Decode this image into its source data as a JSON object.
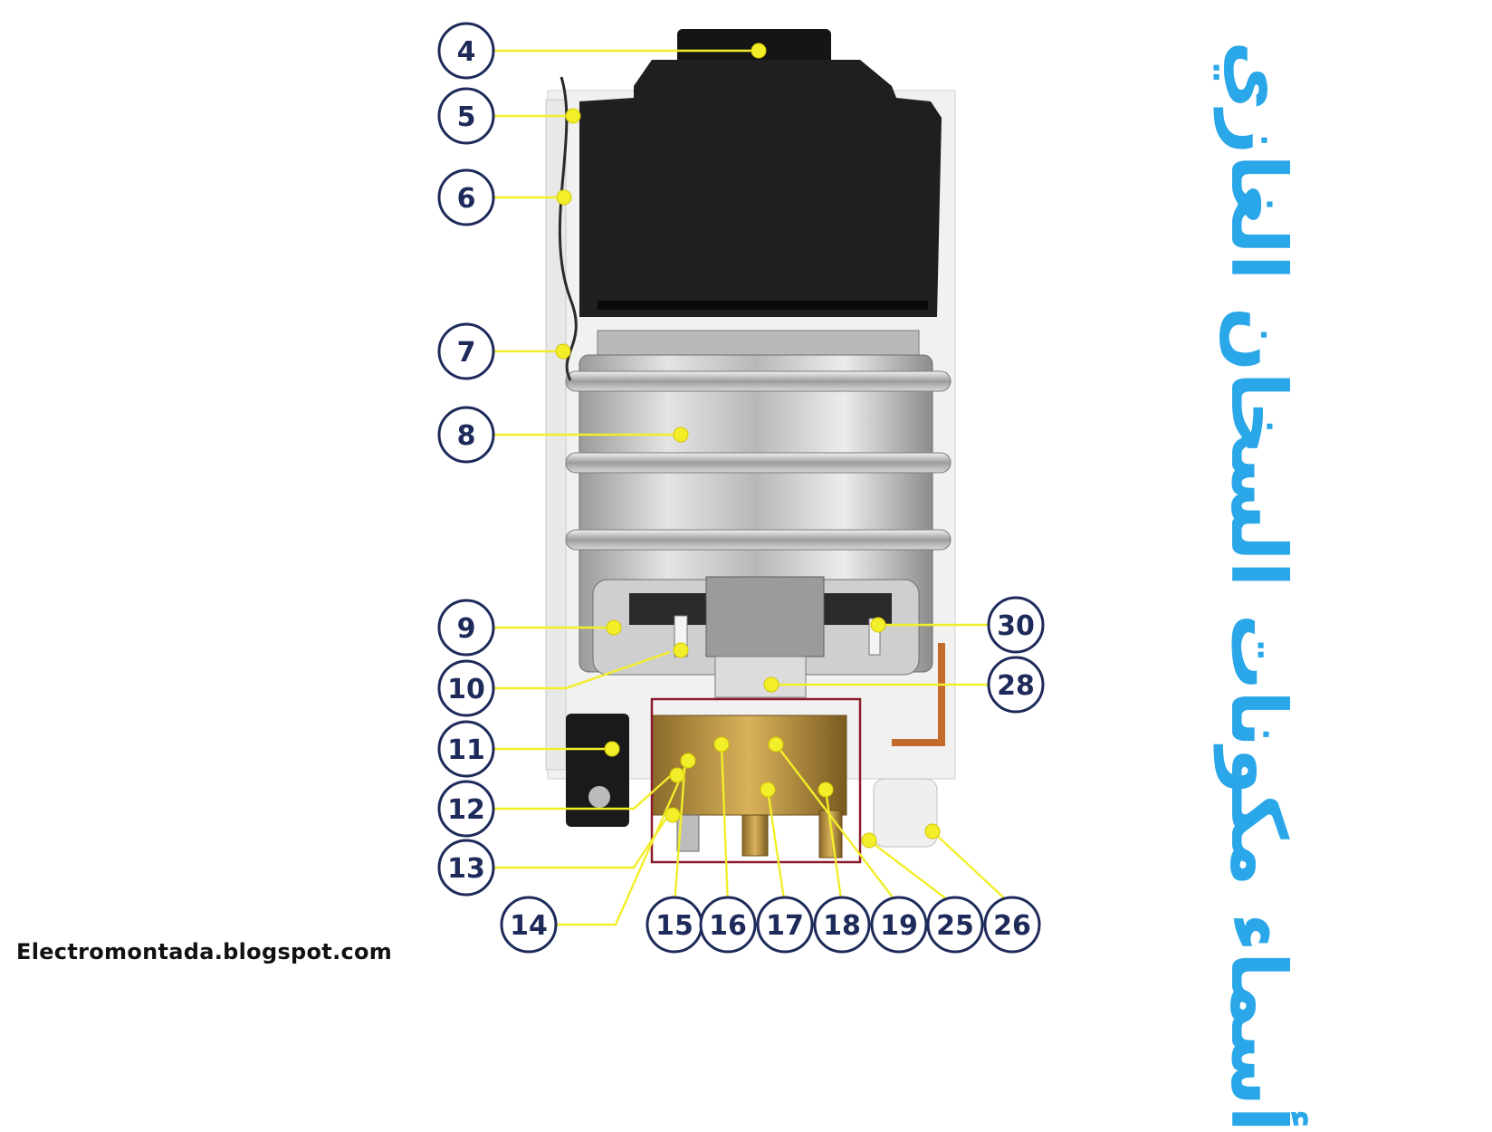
{
  "title": "أسماء مكونات السخان الغازي",
  "watermark": "Electromontada.blogspot.com",
  "colors": {
    "title": "#2aa7e8",
    "callout": "#1e2a5a",
    "leader": "#f2ee2a",
    "highlight_box": "#8b1a2a"
  },
  "callouts": {
    "c4": "4",
    "c5": "5",
    "c6": "6",
    "c7": "7",
    "c8": "8",
    "c9": "9",
    "c10": "10",
    "c11": "11",
    "c12": "12",
    "c13": "13",
    "c14": "14",
    "c15": "15",
    "c16": "16",
    "c17": "17",
    "c18": "18",
    "c19": "19",
    "c25": "25",
    "c26": "26",
    "c28": "28",
    "c30": "30"
  }
}
